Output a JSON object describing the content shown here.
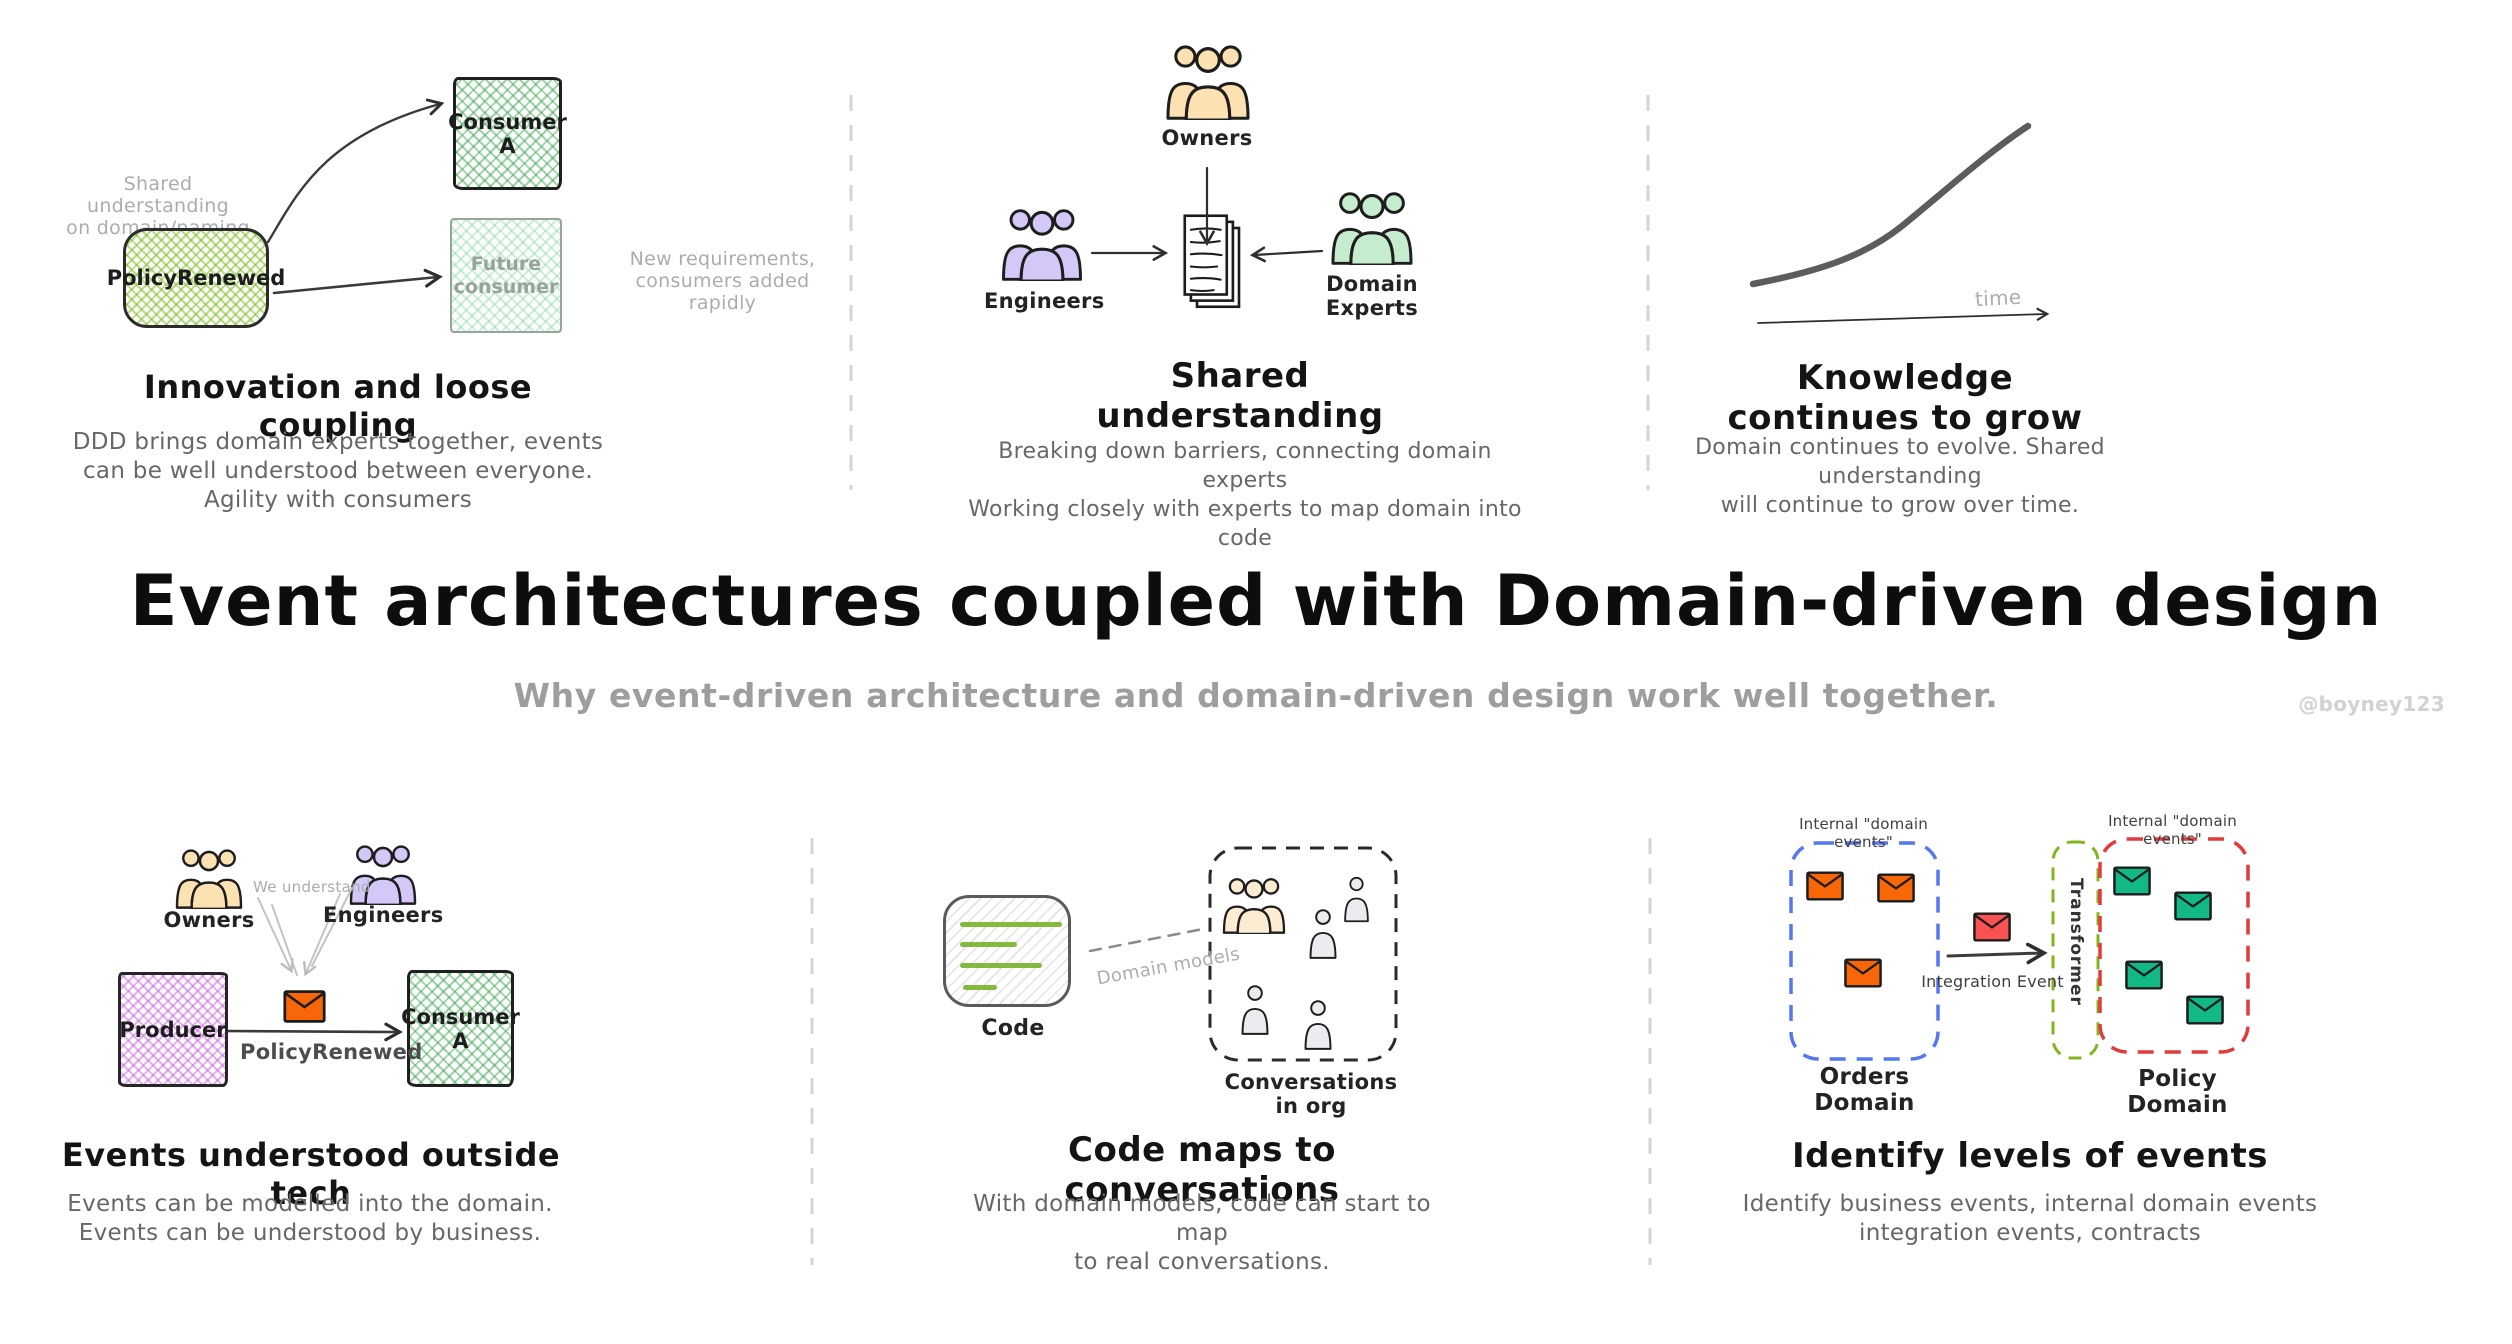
{
  "header": {
    "title": "Event architectures coupled with Domain-driven design",
    "subtitle": "Why event-driven architecture and domain-driven design work well together.",
    "watermark": "@boyney123"
  },
  "panel_innovation": {
    "annotation_left_line1": "Shared understanding",
    "annotation_left_line2": "on domain/naming",
    "event_box": "PolicyRenewed",
    "consumer_box": "Consumer A",
    "future_box_line1": "Future",
    "future_box_line2": "consumer",
    "annotation_right_line1": "New requirements,",
    "annotation_right_line2": "consumers added rapidly",
    "heading": "Innovation and loose coupling",
    "body_line1": "DDD brings domain experts together, events",
    "body_line2": "can be well understood between everyone.",
    "body_line3": "Agility with consumers"
  },
  "panel_shared": {
    "owners_label": "Owners",
    "engineers_label": "Engineers",
    "experts_label": "Domain Experts",
    "heading": "Shared understanding",
    "body_line1": "Breaking down barriers, connecting domain experts",
    "body_line2": "Working closely with experts to map domain into code"
  },
  "panel_knowledge": {
    "axis_label": "time",
    "heading": "Knowledge continues to grow",
    "body_line1": "Domain continues to evolve. Shared understanding",
    "body_line2": "will continue to grow over time."
  },
  "panel_outside": {
    "owners_label": "Owners",
    "engineers_label": "Engineers",
    "annotation": "We understand",
    "producer_box": "Producer",
    "consumer_box": "Consumer A",
    "event_label": "PolicyRenewed",
    "heading": "Events understood outside tech",
    "body_line1": "Events can be modelled into the domain.",
    "body_line2": "Events can be understood by business."
  },
  "panel_codemap": {
    "code_label": "Code",
    "connector_label": "Domain models",
    "conversations_label": "Conversations in org",
    "heading": "Code maps to conversations",
    "body_line1": "With domain models, code can start to map",
    "body_line2": "to real conversations."
  },
  "panel_levels": {
    "internal_label_left": "Internal \"domain events\"",
    "internal_label_right": "Internal \"domain events\"",
    "orders_label": "Orders Domain",
    "policy_label": "Policy Domain",
    "transformer_label": "Transformer",
    "integration_label": "Integration Event",
    "heading": "Identify levels of events",
    "body_line1": "Identify business events, internal domain events",
    "body_line2": "integration events, contracts"
  },
  "colors": {
    "consumer_green": "#2f9e44",
    "event_lime": "#74b816",
    "producer_purple": "#be4bdb",
    "owners_orange": "#f59f00",
    "engineers_violet": "#7048e8",
    "experts_green": "#40c057",
    "bystander_gray": "#aab4c0",
    "event_envelope_orange": "#f76707",
    "integration_envelope_red": "#fa5252",
    "domain_envelope_teal": "#12b886",
    "orders_dash_blue": "#5577f0",
    "policy_dash_red": "#e23b3b",
    "transformer_dash_green": "#82b41e",
    "annotation_gray": "#a8adb2",
    "body_gray": "#676767",
    "ink": "#1f1f1f"
  }
}
